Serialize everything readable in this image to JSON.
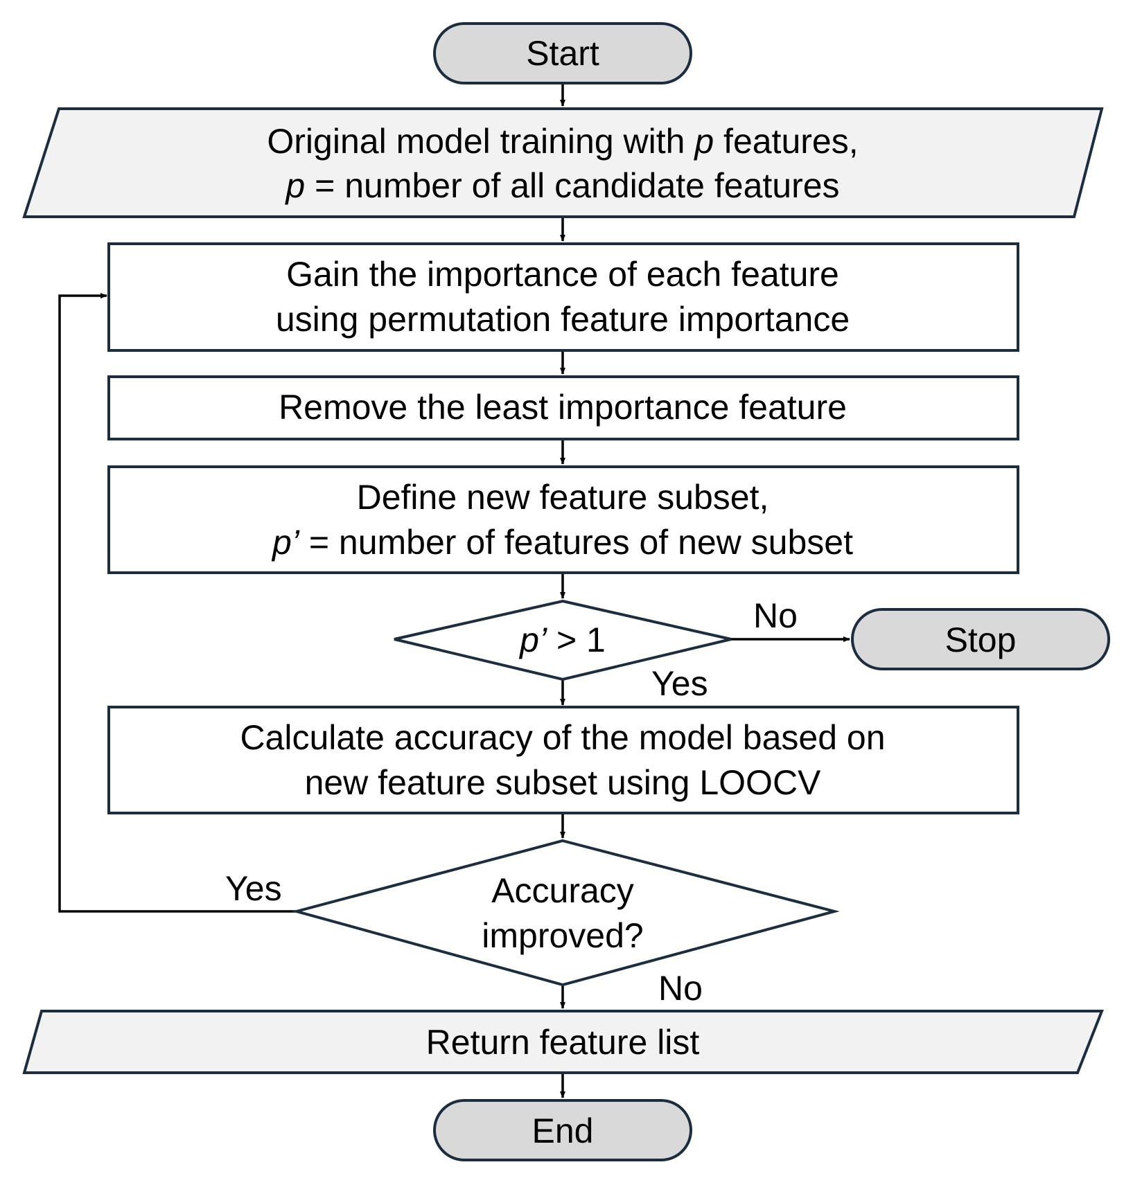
{
  "nodes": {
    "start": "Start",
    "train": {
      "line1_pre": "Original model training with ",
      "line1_var": "p",
      "line1_post": " features,",
      "line2_var": "p",
      "line2_post": " = number of all candidate features"
    },
    "gain": {
      "line1": "Gain the importance of each feature",
      "line2": "using permutation feature importance"
    },
    "remove": "Remove the least importance feature",
    "define": {
      "line1": "Define new feature subset,",
      "line2_var": "p’",
      "line2_post": " = number of features of new subset"
    },
    "check_p": {
      "var": "p’",
      "post": " > 1"
    },
    "stop": "Stop",
    "calc": {
      "line1": "Calculate accuracy of the model based on",
      "line2": "new feature subset using LOOCV"
    },
    "check_acc": {
      "line1": "Accuracy",
      "line2": "improved?"
    },
    "return": "Return feature list",
    "end": "End"
  },
  "edge_labels": {
    "p_no": "No",
    "p_yes": "Yes",
    "acc_yes": "Yes",
    "acc_no": "No"
  }
}
